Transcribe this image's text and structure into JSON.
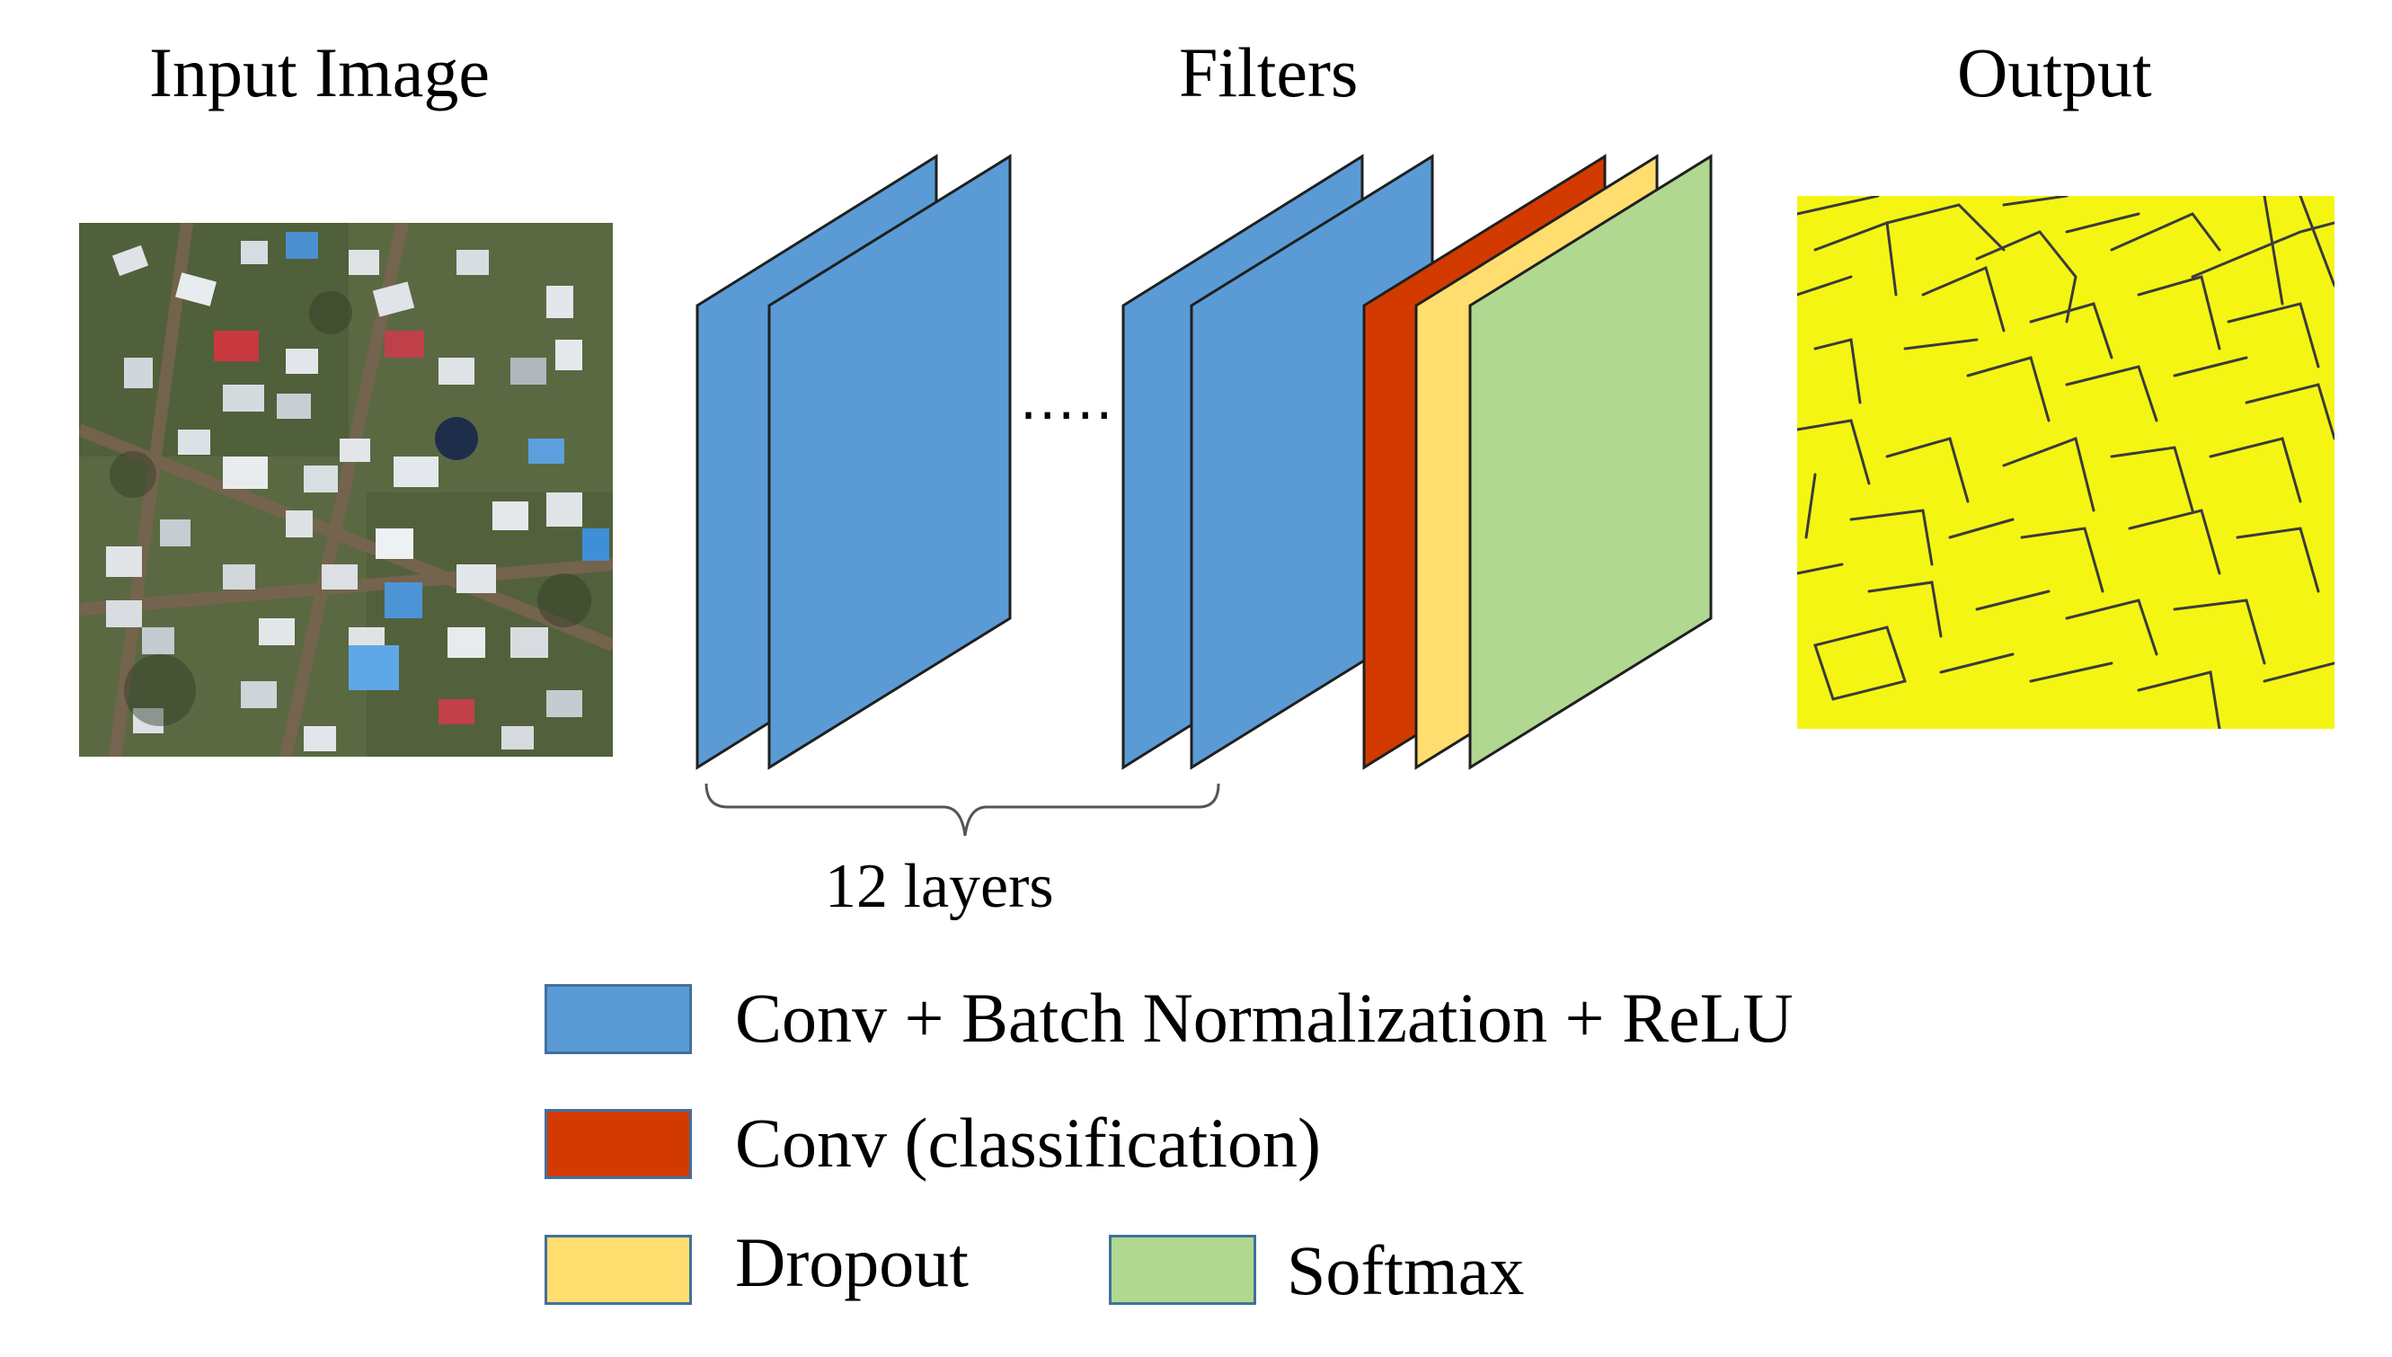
{
  "titles": {
    "input": "Input Image",
    "filters": "Filters",
    "output": "Output"
  },
  "ellipsis": ".....",
  "bracket_label": "12 layers",
  "legend": [
    {
      "label": "Conv + Batch Normalization + ReLU",
      "color": "#5b9bd5"
    },
    {
      "label": "Conv (classification)",
      "color": "#d33a00"
    },
    {
      "label": "Dropout",
      "color": "#ffdd6f"
    },
    {
      "label": "Softmax",
      "color": "#b0d890"
    }
  ],
  "colors": {
    "conv_bn_relu": "#5b9bd5",
    "conv_classification": "#d33a00",
    "dropout": "#ffdd6f",
    "softmax": "#b0d890",
    "output_background": "#f5f514",
    "output_lines": "#3b3b3b"
  }
}
